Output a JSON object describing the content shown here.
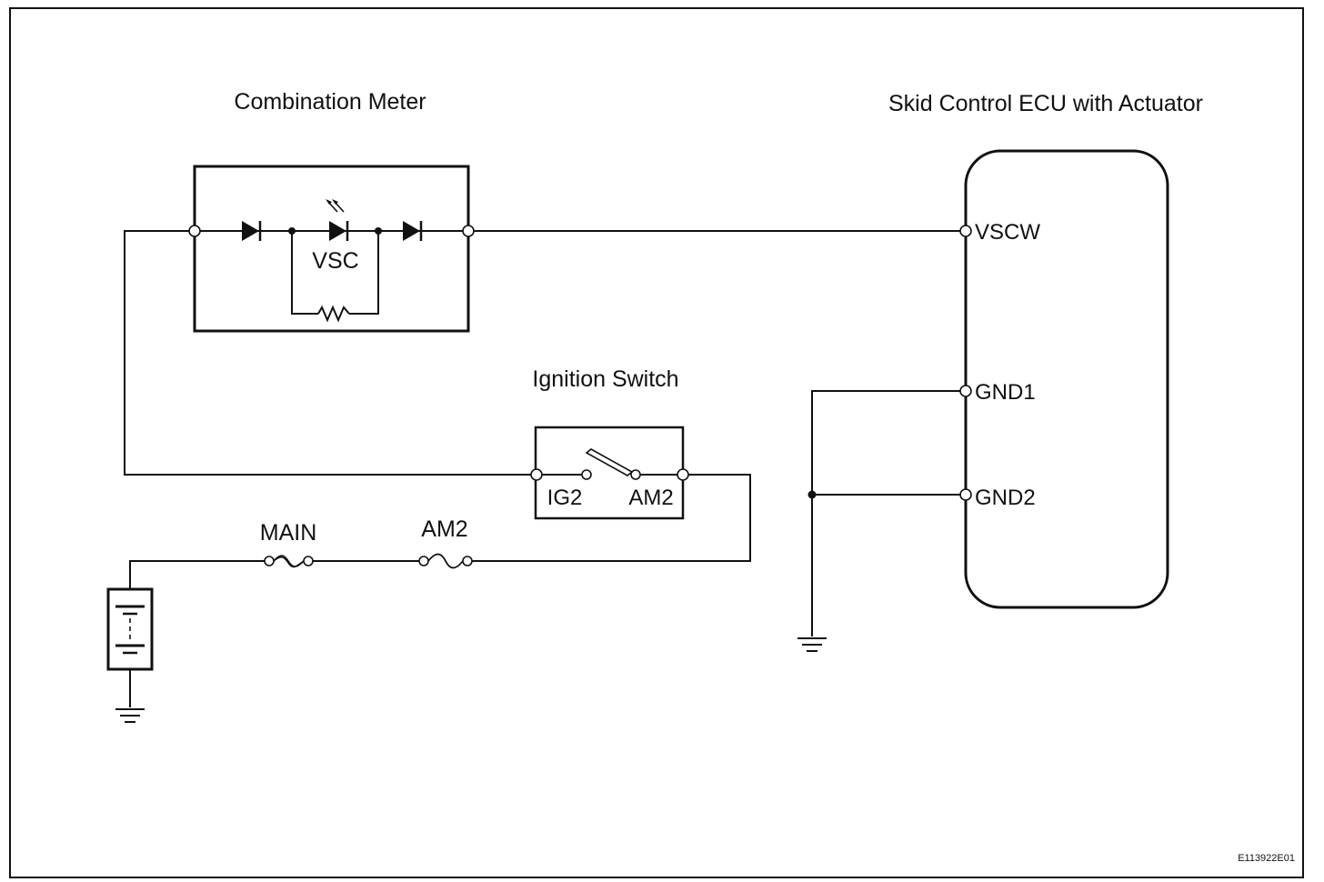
{
  "labels": {
    "combination_meter": "Combination Meter",
    "skid_ecu": "Skid Control ECU with Actuator",
    "ignition_switch": "Ignition Switch",
    "vsc_lamp": "VSC",
    "ig2": "IG2",
    "am2_terminal": "AM2",
    "main_fuse": "MAIN",
    "am2_fuse": "AM2"
  },
  "ecu_pins": {
    "vscw": "VSCW",
    "gnd1": "GND1",
    "gnd2": "GND2"
  },
  "figure_code": "E113922E01",
  "colors": {
    "line": "#111111",
    "background": "#ffffff"
  }
}
